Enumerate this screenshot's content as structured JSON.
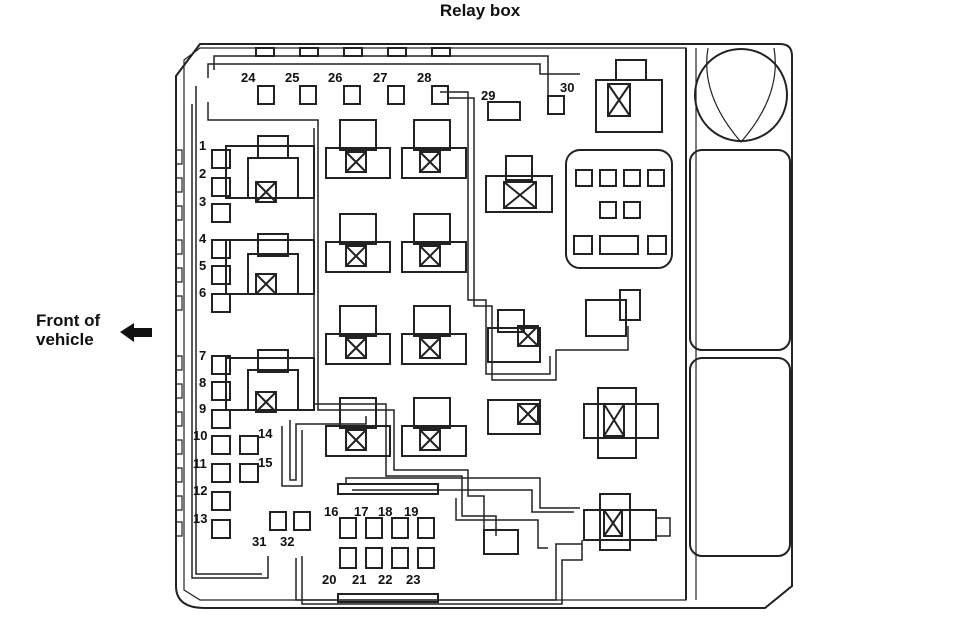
{
  "title": "Relay box",
  "front_label_line1": "Front of",
  "front_label_line2": "vehicle",
  "arrow_icon": "arrow-left-icon",
  "numbers": [
    "1",
    "2",
    "3",
    "4",
    "5",
    "6",
    "7",
    "8",
    "9",
    "10",
    "11",
    "12",
    "13",
    "14",
    "15",
    "16",
    "17",
    "18",
    "19",
    "20",
    "21",
    "22",
    "23",
    "24",
    "25",
    "26",
    "27",
    "28",
    "29",
    "30",
    "31",
    "32"
  ],
  "colors": {
    "line": "#222222",
    "background": "#ffffff"
  }
}
